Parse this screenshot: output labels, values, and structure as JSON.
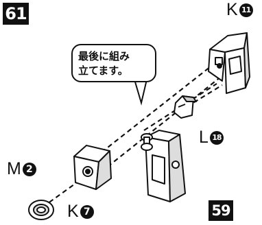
{
  "step_number": "61",
  "reference_step": "59",
  "callout": {
    "line1": "最後に組み",
    "line2": "立てます。"
  },
  "parts": [
    {
      "letter": "K",
      "number": "11"
    },
    {
      "letter": "L",
      "number": "18"
    },
    {
      "letter": "M",
      "number": "2"
    },
    {
      "letter": "K",
      "number": "7"
    }
  ]
}
